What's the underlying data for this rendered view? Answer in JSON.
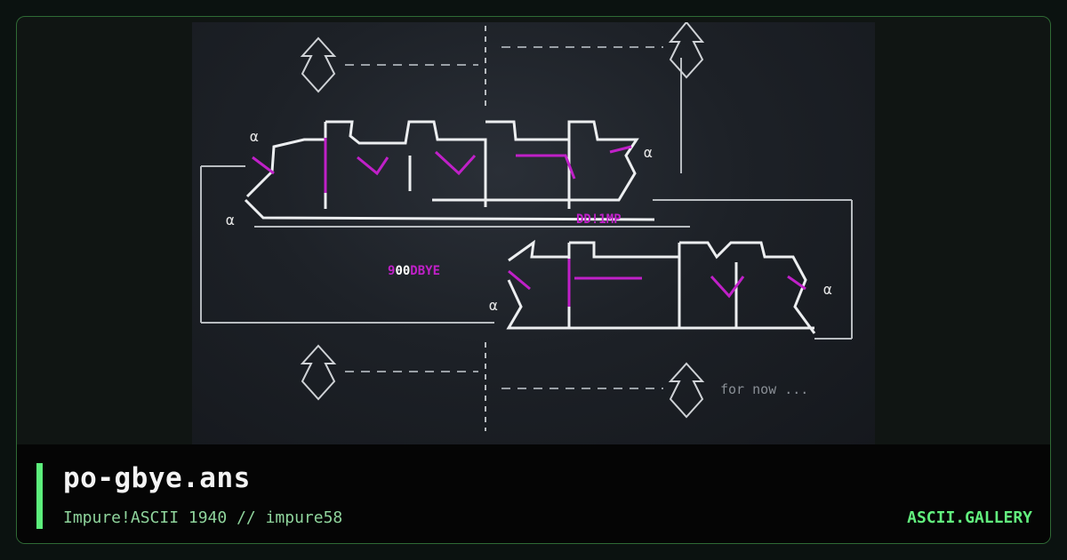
{
  "art": {
    "alpha_glyph": "α",
    "tag_magenta": "DD!1MP",
    "tag_goodbye_prefix": "9",
    "tag_goodbye_mid": "00",
    "tag_goodbye_suffix": "DBYE",
    "tag_for_now": "for now ..."
  },
  "caption": {
    "title": "po-gbye.ans",
    "subtitle": "Impure!ASCII 1940 // impure58",
    "brand": "ASCII.GALLERY"
  },
  "colors": {
    "accent": "#5cf07c",
    "magenta": "#c020c8",
    "art_white": "#e6e6e6",
    "art_grey": "#8a8f96"
  }
}
